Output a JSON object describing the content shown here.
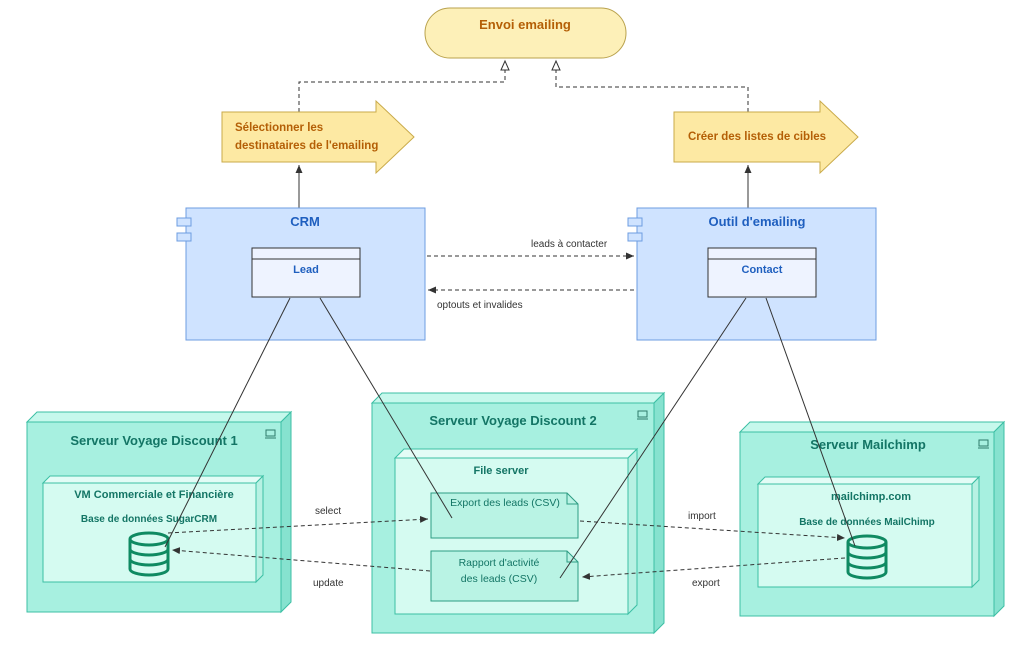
{
  "goal": {
    "label": "Envoi emailing"
  },
  "processes": {
    "left": {
      "line1": "Sélectionner les",
      "line2": "destinataires de l'emailing"
    },
    "right": {
      "line1": "Créer des listes de cibles"
    }
  },
  "components": {
    "crm": {
      "title": "CRM",
      "entity": "Lead"
    },
    "emailing_tool": {
      "title": "Outil d'emailing",
      "entity": "Contact"
    }
  },
  "flows": {
    "leads_to_contact": "leads à contacter",
    "optouts": "optouts et invalides",
    "select": "select",
    "update": "update",
    "import": "import",
    "export": "export"
  },
  "nodes": {
    "server1": {
      "title": "Serveur Voyage Discount 1",
      "vm_title": "VM Commerciale et Financière",
      "db_label": "Base de données SugarCRM"
    },
    "server2": {
      "title": "Serveur Voyage Discount 2",
      "inner_title": "File server",
      "artifact1": "Export des leads (CSV)",
      "artifact2_line1": "Rapport d'activité",
      "artifact2_line2": "des leads (CSV)"
    },
    "server3": {
      "title": "Serveur Mailchimp",
      "inner_title": "mailchimp.com",
      "db_label": "Base de données MailChimp"
    }
  },
  "colors": {
    "goal_fill": "#fdf0b8",
    "process_fill": "#fde9a3",
    "component_fill": "#cfe3ff",
    "component_stroke": "#6d9de0",
    "node_fill": "#a7f0e0",
    "node_stroke": "#3cbfa4",
    "db_color": "#0f8a62"
  }
}
